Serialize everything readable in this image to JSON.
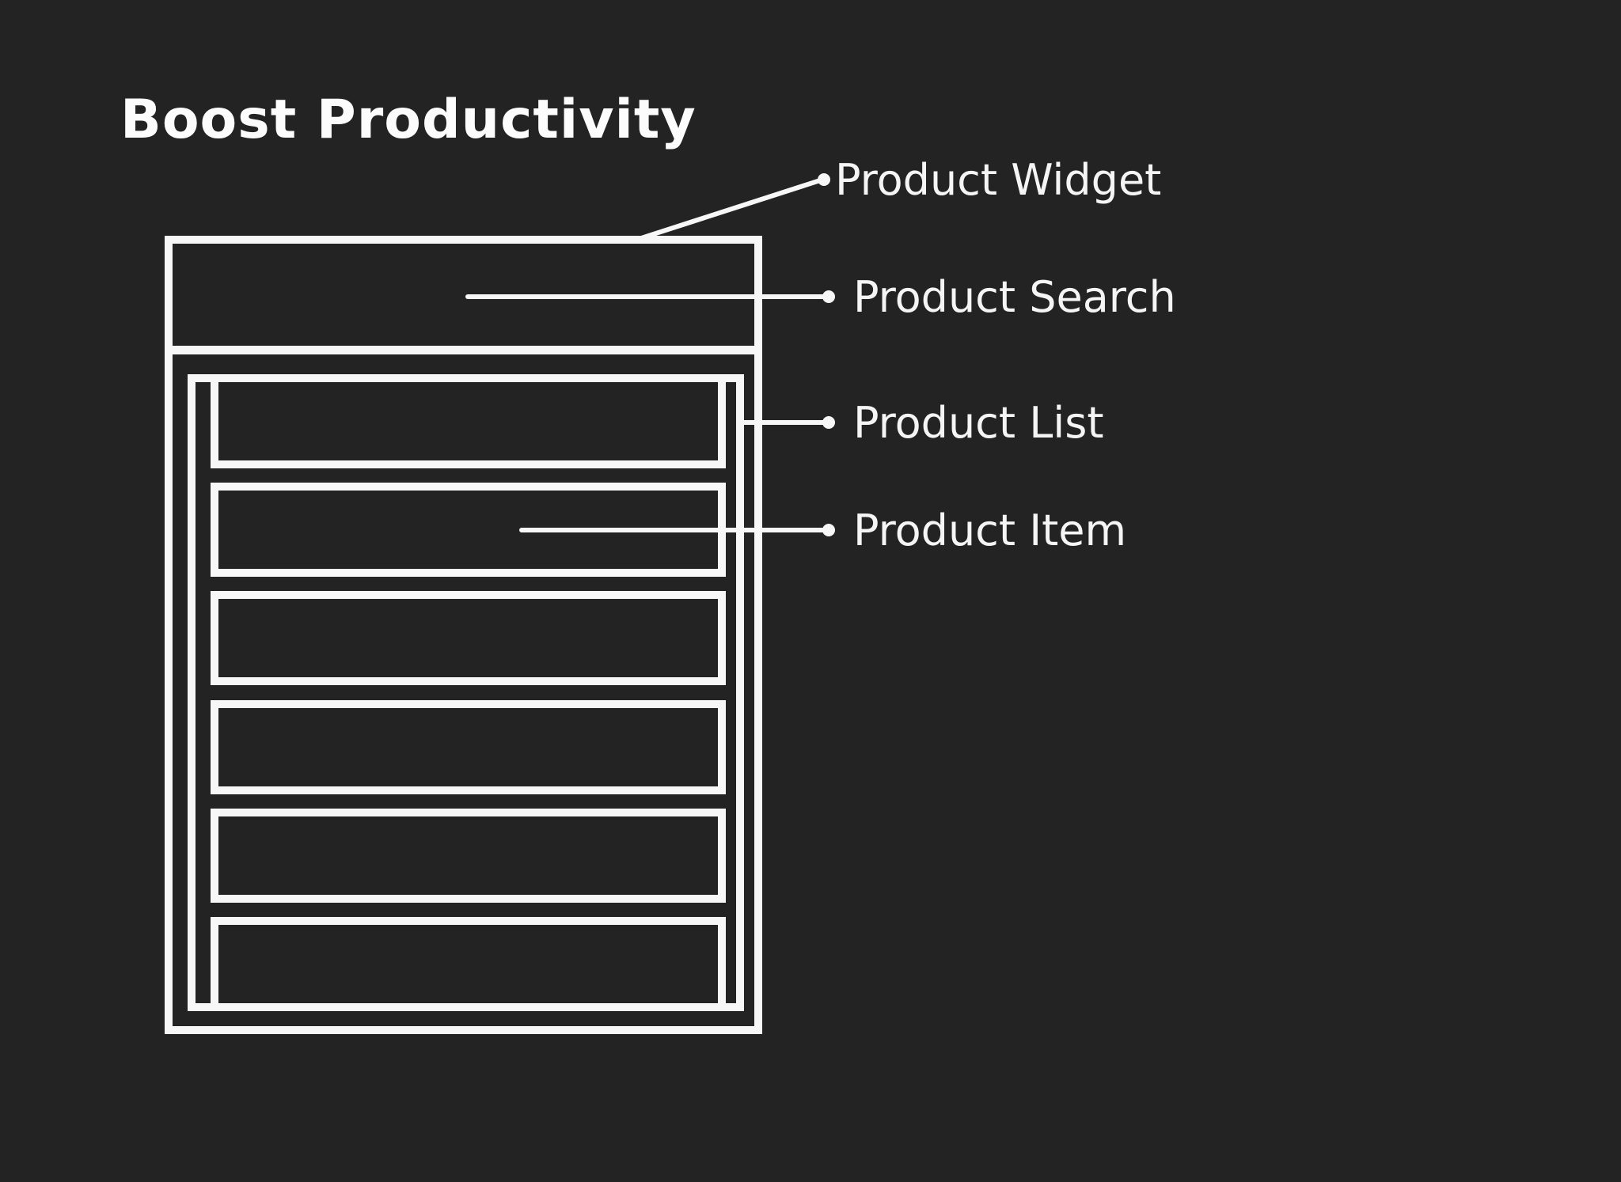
{
  "slide": {
    "title": "Boost Productivity",
    "background_color": "#232323",
    "stroke_color": "#f7f7f7",
    "text_color": "#f5f5f5"
  },
  "diagram": {
    "widget": {
      "item_count": 6
    },
    "callouts": {
      "widget": {
        "label": "Product Widget"
      },
      "search": {
        "label": "Product Search"
      },
      "list": {
        "label": "Product List"
      },
      "item": {
        "label": "Product Item"
      }
    }
  }
}
